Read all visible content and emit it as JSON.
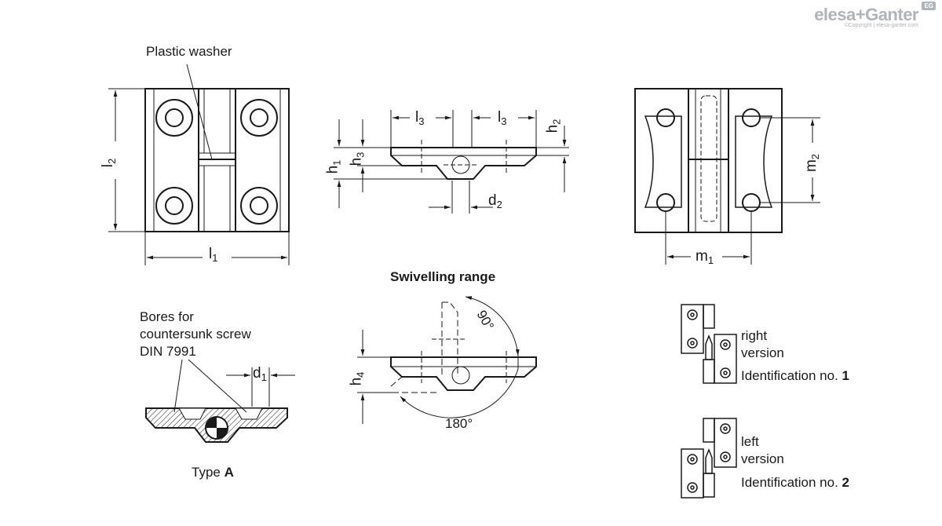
{
  "brand": {
    "name": "elesa+Ganter",
    "copyright": "©Copyright | elesa-ganter.com",
    "badge": "EG"
  },
  "labels": {
    "plastic_washer": "Plastic washer",
    "bores_line1": "Bores for",
    "bores_line2": "countersunk screw",
    "bores_line3": "DIN 7991",
    "type_prefix": "Type ",
    "type_value": "A",
    "swivelling_range": "Swivelling range",
    "angle_90": "90°",
    "angle_180": "180°"
  },
  "dimensions": {
    "l1": {
      "main": "l",
      "sub": "1"
    },
    "l2": {
      "main": "l",
      "sub": "2"
    },
    "l3": {
      "main": "l",
      "sub": "3"
    },
    "h1": {
      "main": "h",
      "sub": "1"
    },
    "h2": {
      "main": "h",
      "sub": "2"
    },
    "h3": {
      "main": "h",
      "sub": "3"
    },
    "h4": {
      "main": "h",
      "sub": "4"
    },
    "d1": {
      "main": "d",
      "sub": "1"
    },
    "d2": {
      "main": "d",
      "sub": "2"
    },
    "m1": {
      "main": "m",
      "sub": "1"
    },
    "m2": {
      "main": "m",
      "sub": "2"
    }
  },
  "versions": [
    {
      "line1": "right",
      "line2": "version",
      "id_label": "Identification no. ",
      "id_value": "1"
    },
    {
      "line1": "left",
      "line2": "version",
      "id_label": "Identification no. ",
      "id_value": "2"
    }
  ],
  "colors": {
    "line": "#1a1a1a",
    "logo": "#b0b3b8"
  }
}
